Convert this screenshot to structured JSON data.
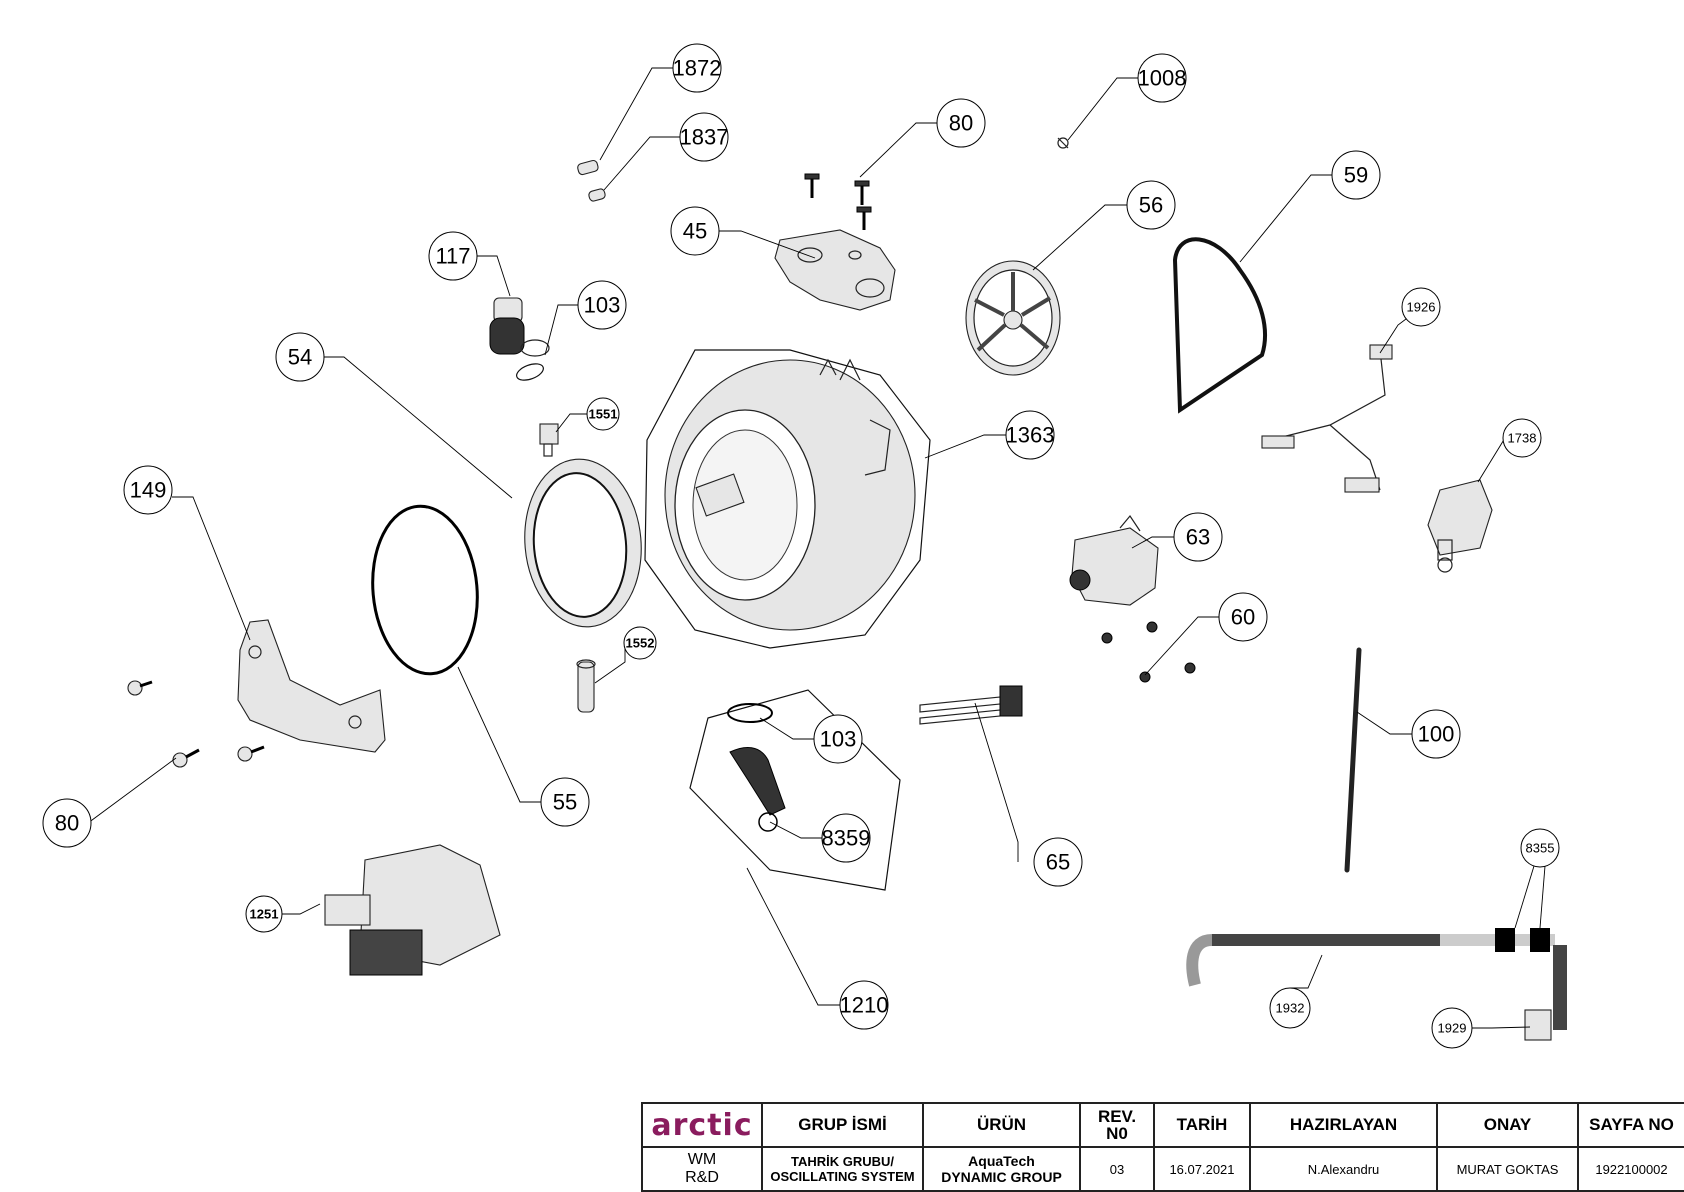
{
  "callouts": [
    {
      "id": "c1872",
      "label": "1872"
    },
    {
      "id": "c1837",
      "label": "1837"
    },
    {
      "id": "c1008",
      "label": "1008"
    },
    {
      "id": "c80a",
      "label": "80"
    },
    {
      "id": "c56",
      "label": "56"
    },
    {
      "id": "c59",
      "label": "59"
    },
    {
      "id": "c45",
      "label": "45"
    },
    {
      "id": "c117",
      "label": "117"
    },
    {
      "id": "c103a",
      "label": "103"
    },
    {
      "id": "c54",
      "label": "54"
    },
    {
      "id": "c1551",
      "label": "1551"
    },
    {
      "id": "c1926",
      "label": "1926"
    },
    {
      "id": "c1363",
      "label": "1363"
    },
    {
      "id": "c1738",
      "label": "1738"
    },
    {
      "id": "c149",
      "label": "149"
    },
    {
      "id": "c63",
      "label": "63"
    },
    {
      "id": "c60",
      "label": "60"
    },
    {
      "id": "c1552",
      "label": "1552"
    },
    {
      "id": "c103b",
      "label": "103"
    },
    {
      "id": "c100",
      "label": "100"
    },
    {
      "id": "c55",
      "label": "55"
    },
    {
      "id": "c80b",
      "label": "80"
    },
    {
      "id": "c8359",
      "label": "8359"
    },
    {
      "id": "c65",
      "label": "65"
    },
    {
      "id": "c8355",
      "label": "8355"
    },
    {
      "id": "c1251",
      "label": "1251"
    },
    {
      "id": "c1210",
      "label": "1210"
    },
    {
      "id": "c1932",
      "label": "1932"
    },
    {
      "id": "c1929",
      "label": "1929"
    }
  ],
  "title_block": {
    "logo": "arctic",
    "dept_line1": "WM",
    "dept_line2": "R&D",
    "headers": {
      "group_name": "GRUP İSMİ",
      "product": "ÜRÜN",
      "rev": "REV.\nN0",
      "date": "TARİH",
      "prepared_by": "HAZIRLAYAN",
      "approval": "ONAY",
      "page_no": "SAYFA NO"
    },
    "values": {
      "group_name_line1": "TAHRİK GRUBU/",
      "group_name_line2": "OSCILLATING SYSTEM",
      "product_line1": "AquaTech",
      "product_line2": "DYNAMIC GROUP",
      "rev": "03",
      "date": "16.07.2021",
      "prepared_by": "N.Alexandru",
      "approval": "MURAT GOKTAS",
      "page_no": "1922100002"
    },
    "colors": {
      "logo": "#8a1c5e",
      "border": "#222222"
    }
  }
}
